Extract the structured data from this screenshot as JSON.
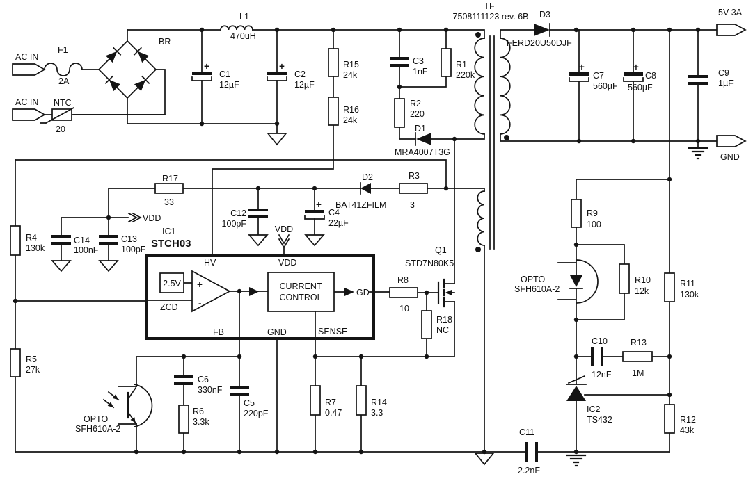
{
  "ports": {
    "ac_in_top": "AC IN",
    "ac_in_bottom": "AC IN",
    "output_5v": "5V-3A",
    "output_gnd": "GND"
  },
  "components": {
    "F1": {
      "ref": "F1",
      "value": "2A"
    },
    "NTC": {
      "ref": "NTC",
      "value": "20"
    },
    "BR": {
      "ref": "BR",
      "value": ""
    },
    "L1": {
      "ref": "L1",
      "value": "470uH"
    },
    "C1": {
      "ref": "C1",
      "value": "12µF"
    },
    "C2": {
      "ref": "C2",
      "value": "12µF"
    },
    "R15": {
      "ref": "R15",
      "value": "24k"
    },
    "R16": {
      "ref": "R16",
      "value": "24k"
    },
    "C3": {
      "ref": "C3",
      "value": "1nF"
    },
    "R1": {
      "ref": "R1",
      "value": "220k"
    },
    "R2": {
      "ref": "R2",
      "value": "220"
    },
    "D1": {
      "ref": "D1",
      "value": "MRA4007T3G"
    },
    "TF": {
      "ref": "TF",
      "value": "7508111123 rev. 6B"
    },
    "D3": {
      "ref": "D3",
      "value": "FERD20U50DJF"
    },
    "C7": {
      "ref": "C7",
      "value": "560µF"
    },
    "C8": {
      "ref": "C8",
      "value": "560µF"
    },
    "C9": {
      "ref": "C9",
      "value": "1µF"
    },
    "R17": {
      "ref": "R17",
      "value": "33"
    },
    "C14": {
      "ref": "C14",
      "value": "100nF"
    },
    "C13": {
      "ref": "C13",
      "value": "100pF"
    },
    "R4": {
      "ref": "R4",
      "value": "130k"
    },
    "R5": {
      "ref": "R5",
      "value": "27k"
    },
    "IC1": {
      "ref": "IC1",
      "value": "STCH03"
    },
    "C12": {
      "ref": "C12",
      "value": "100pF"
    },
    "C4": {
      "ref": "C4",
      "value": "22µF"
    },
    "D2": {
      "ref": "D2",
      "value": "BAT41ZFILM"
    },
    "R3": {
      "ref": "R3",
      "value": "3"
    },
    "Q1": {
      "ref": "Q1",
      "value": "STD7N80K5"
    },
    "R8": {
      "ref": "R8",
      "value": "10"
    },
    "R18": {
      "ref": "R18",
      "value": "NC"
    },
    "R9": {
      "ref": "R9",
      "value": "100"
    },
    "R10": {
      "ref": "R10",
      "value": "12k"
    },
    "R11": {
      "ref": "R11",
      "value": "130k"
    },
    "C10": {
      "ref": "C10",
      "value": "12nF"
    },
    "R13": {
      "ref": "R13",
      "value": "1M"
    },
    "IC2": {
      "ref": "IC2",
      "value": "TS432"
    },
    "R12": {
      "ref": "R12",
      "value": "43k"
    },
    "C6": {
      "ref": "C6",
      "value": "330nF"
    },
    "R6": {
      "ref": "R6",
      "value": "3.3k"
    },
    "C5": {
      "ref": "C5",
      "value": "220pF"
    },
    "R7": {
      "ref": "R7",
      "value": "0.47"
    },
    "R14": {
      "ref": "R14",
      "value": "3.3"
    },
    "C11": {
      "ref": "C11",
      "value": "2.2nF"
    },
    "OPTO_L": {
      "ref": "OPTO",
      "value": "SFH610A-2"
    },
    "OPTO_R": {
      "ref": "OPTO",
      "value": "SFH610A-2"
    }
  },
  "ic1": {
    "pin_hv": "HV",
    "pin_vdd": "VDD",
    "pin_zcd": "ZCD",
    "pin_fb": "FB",
    "pin_gnd": "GND",
    "pin_sense": "SENSE",
    "pin_gd": "GD",
    "vref": "2.5V",
    "block_line1": "CURRENT",
    "block_line2": "CONTROL",
    "plus": "+",
    "minus": "-"
  },
  "nets": {
    "vdd_label_left": "VDD",
    "vdd_label_ic": "VDD"
  },
  "symbols": {
    "plus": "+"
  }
}
